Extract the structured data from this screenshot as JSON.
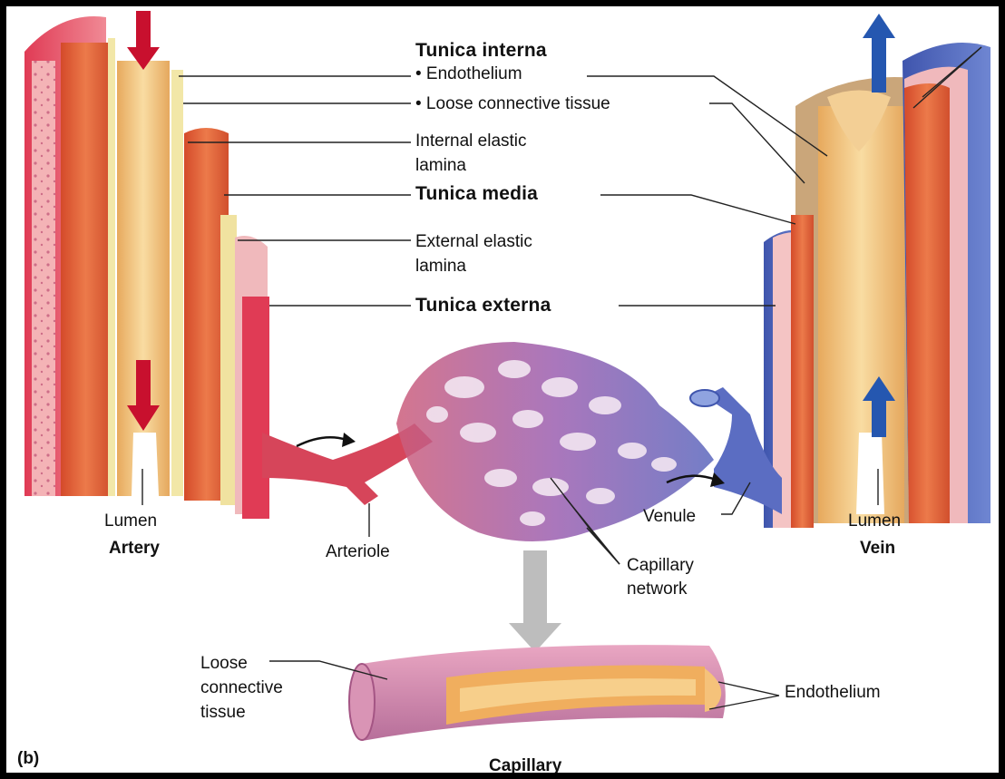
{
  "labels": {
    "tunica_interna": "Tunica interna",
    "endothelium_top": "• Endothelium",
    "loose_connective_top": "• Loose connective tissue",
    "internal_elastic_1": "Internal elastic",
    "internal_elastic_2": "lamina",
    "tunica_media": "Tunica media",
    "external_elastic_1": "External elastic",
    "external_elastic_2": "lamina",
    "tunica_externa": "Tunica externa",
    "lumen_artery": "Lumen",
    "artery": "Artery",
    "arteriole": "Arteriole",
    "capillary_network_1": "Capillary",
    "capillary_network_2": "network",
    "venule": "Venule",
    "lumen_vein": "Lumen",
    "vein": "Vein",
    "loose_connective_bottom_1": "Loose",
    "loose_connective_bottom_2": "connective",
    "loose_connective_bottom_3": "tissue",
    "endothelium_bottom": "Endothelium",
    "panel_tag": "(b)",
    "capillary": "Capillary"
  },
  "colors": {
    "artery_red": "#d93a4a",
    "muscle_orange": "#e0643a",
    "lumen_tan": "#f2c98a",
    "vein_blue": "#4a62b8",
    "arrow_red": "#c8102e",
    "arrow_blue": "#2557b0"
  }
}
